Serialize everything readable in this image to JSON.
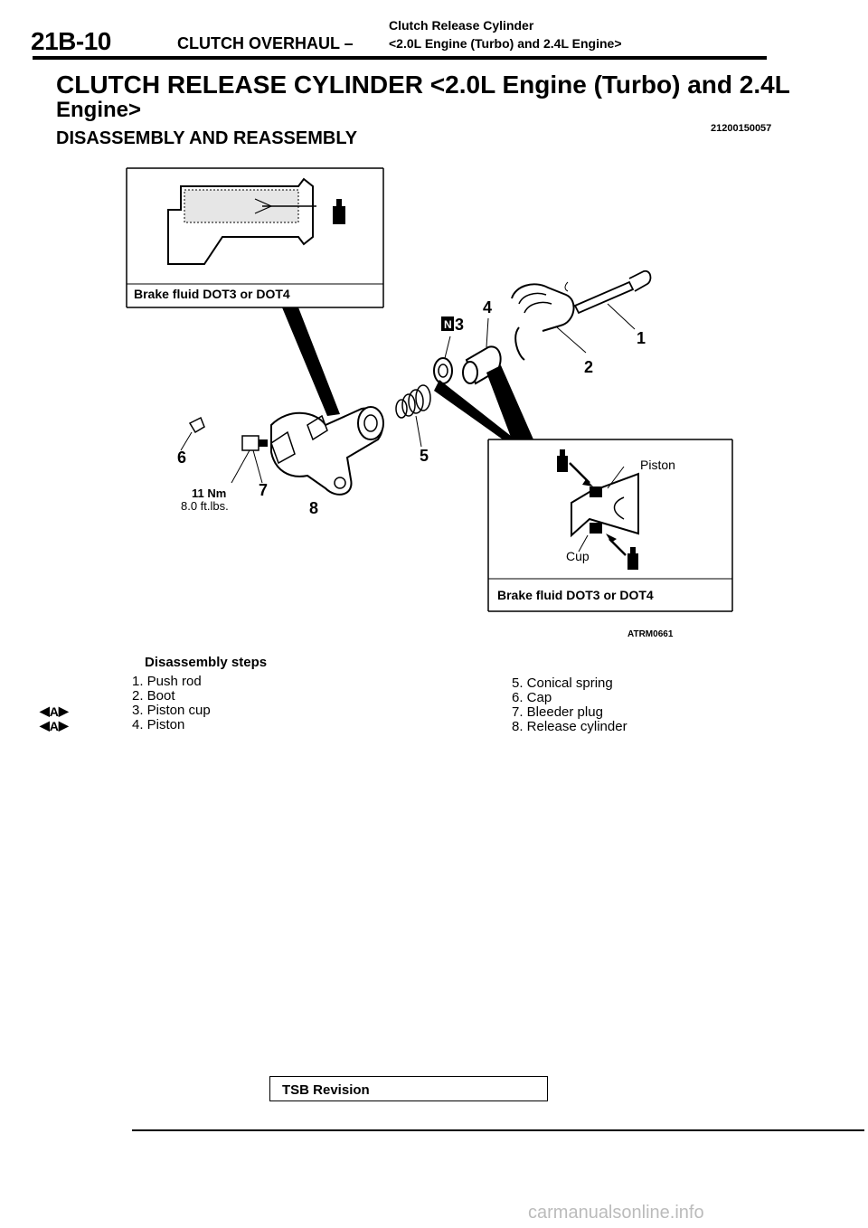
{
  "header": {
    "page_number": "21B-10",
    "section": "CLUTCH OVERHAUL  –",
    "subtitle_top": "Clutch Release Cylinder",
    "subtitle_bottom": "<2.0L Engine (Turbo) and 2.4L Engine>"
  },
  "title": {
    "line1": "CLUTCH RELEASE CYLINDER <2.0L Engine (Turbo) and 2.4L",
    "line2": "Engine>",
    "doc_number": "21200150057"
  },
  "subheading": "DISASSEMBLY AND REASSEMBLY",
  "figure": {
    "box1_label": "Brake  fluid  DOT3 or DOT4",
    "box2_label": "Brake  fluid  DOT3 or DOT4",
    "piston_label": "Piston",
    "cup_label": "Cup",
    "figure_id": "ATRM0661",
    "torque_nm": "11 Nm",
    "torque_ft": "8.0 ft.lbs.",
    "callouts": [
      "1",
      "2",
      "3",
      "4",
      "5",
      "6",
      "7",
      "8"
    ],
    "n_badge": "N"
  },
  "steps": {
    "heading": "Disassembly   steps",
    "left": [
      "1. Push rod",
      "2. Boot",
      "3. Piston cup",
      "4. Piston"
    ],
    "right": [
      "5. Conical spring",
      "6.  Cap",
      "7.  Bleeder  plug",
      "8. Release cylinder"
    ],
    "ref_marks": [
      "A",
      "A"
    ]
  },
  "footer": {
    "tsb": "TSB Revision",
    "watermark": "carmanualsonline.info"
  }
}
